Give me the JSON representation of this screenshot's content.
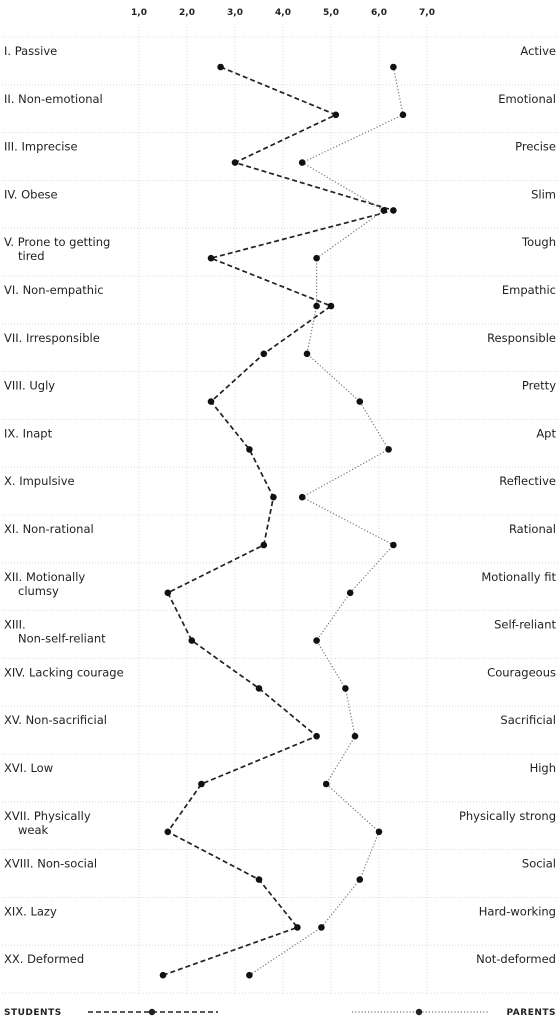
{
  "chart_data": {
    "type": "line",
    "x_ticks": [
      "1,0",
      "2,0",
      "3,0",
      "4,0",
      "5,0",
      "6,0",
      "7,0"
    ],
    "xlim": [
      1,
      7
    ],
    "grid": true,
    "orientation": "vertical-profile",
    "left_labels": [
      "I. Passive",
      "II. Non-emotional",
      "III. Imprecise",
      "IV. Obese",
      "V. Prone to getting tired",
      "VI. Non-empathic",
      "VII. Irresponsible",
      "VIII. Ugly",
      "IX. Inapt",
      "X. Impulsive",
      "XI. Non-rational",
      "XII. Motionally clumsy",
      "XIII. Non-self-reliant",
      "XIV. Lacking courage",
      "XV. Non-sacrificial",
      "XVI. Low",
      "XVII. Physically weak",
      "XVIII. Non-social",
      "XIX. Lazy",
      "XX. Deformed"
    ],
    "right_labels": [
      "Active",
      "Emotional",
      "Precise",
      "Slim",
      "Tough",
      "Empathic",
      "Responsible",
      "Pretty",
      "Apt",
      "Reflective",
      "Rational",
      "Motionally fit",
      "Self-reliant",
      "Courageous",
      "Sacrificial",
      "High",
      "Physically strong",
      "Social",
      "Hard-working",
      "Not-deformed"
    ],
    "series": [
      {
        "name": "STUDENTS",
        "style": "dashed",
        "color": "#222222",
        "values": [
          2.7,
          5.1,
          3.0,
          6.3,
          2.5,
          5.0,
          3.6,
          2.5,
          3.3,
          3.8,
          3.6,
          1.6,
          2.1,
          3.5,
          4.7,
          2.3,
          1.6,
          3.5,
          4.3,
          1.5
        ]
      },
      {
        "name": "PARENTS",
        "style": "dotted",
        "color": "#777777",
        "values": [
          6.3,
          6.5,
          4.4,
          6.1,
          4.7,
          4.7,
          4.5,
          5.6,
          6.2,
          4.4,
          6.3,
          5.4,
          4.7,
          5.3,
          5.5,
          4.9,
          6.0,
          5.6,
          4.8,
          3.3
        ]
      }
    ],
    "legend": {
      "placement": "bottom",
      "left": "STUDENTS",
      "right": "PARENTS"
    }
  }
}
